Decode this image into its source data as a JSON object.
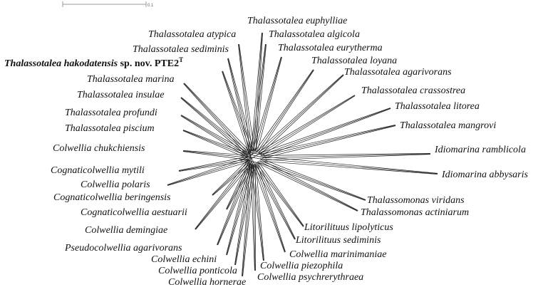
{
  "figure": {
    "type": "split-network phylogeny",
    "line_color": "#222222",
    "text_color": "#111111"
  },
  "scale_bar": {
    "label": "0.1",
    "color": "#999999"
  },
  "taxa": [
    {
      "id": "thalassotalea-euphylliae",
      "name": "Thalassotalea euphylliae"
    },
    {
      "id": "thalassotalea-atypica",
      "name": "Thalassotalea atypica"
    },
    {
      "id": "thalassotalea-algicola",
      "name": "Thalassotalea algicola"
    },
    {
      "id": "thalassotalea-sediminis",
      "name": "Thalassotalea sediminis"
    },
    {
      "id": "thalassotalea-eurytherma",
      "name": "Thalassotalea eurytherma"
    },
    {
      "id": "thalassotalea-hakodatensis",
      "name": "Thalassotalea hakodatensis",
      "suffix": " sp. nov. PTE2",
      "superscript": "T",
      "highlight": true
    },
    {
      "id": "thalassotalea-loyana",
      "name": "Thalassotalea loyana"
    },
    {
      "id": "thalassotalea-agarivorans",
      "name": "Thalassotalea agarivorans"
    },
    {
      "id": "thalassotalea-marina",
      "name": "Thalassotalea marina"
    },
    {
      "id": "thalassotalea-insulae",
      "name": "Thalassotalea insulae"
    },
    {
      "id": "thalassotalea-crassostrea",
      "name": "Thalassotalea crassostrea"
    },
    {
      "id": "thalassotalea-litorea",
      "name": "Thalassotalea litorea"
    },
    {
      "id": "thalassotalea-profundi",
      "name": "Thalassotalea profundi"
    },
    {
      "id": "thalassotalea-mangrovi",
      "name": "Thalassotalea mangrovi"
    },
    {
      "id": "thalassotalea-piscium",
      "name": "Thalassotalea piscium"
    },
    {
      "id": "colwellia-chukchiensis",
      "name": "Colwellia chukchiensis"
    },
    {
      "id": "idiomarina-ramblicola",
      "name": "Idiomarina ramblicola"
    },
    {
      "id": "cognaticolwellia-mytili",
      "name": "Cognaticolwellia mytili"
    },
    {
      "id": "idiomarina-abbysaris",
      "name": "Idiomarina abbysaris"
    },
    {
      "id": "colwellia-polaris",
      "name": "Colwellia polaris"
    },
    {
      "id": "cognaticolwellia-beringensis",
      "name": "Cognaticolwellia beringensis"
    },
    {
      "id": "thalassomonas-viridans",
      "name": "Thalassomonas viridans"
    },
    {
      "id": "cognaticolwellia-aestuarii",
      "name": "Cognaticolwellia aestuarii"
    },
    {
      "id": "thalassomonas-actiniarum",
      "name": "Thalassomonas actiniarum"
    },
    {
      "id": "colwellia-demingiae",
      "name": "Colwellia demingiae"
    },
    {
      "id": "litorilituus-lipolyticus",
      "name": "Litorilituus lipolyticus"
    },
    {
      "id": "pseudocolwellia-agarivorans",
      "name": "Pseudocolwellia agarivorans"
    },
    {
      "id": "litorilituus-sediminis",
      "name": "Litorilituus sediminis"
    },
    {
      "id": "colwellia-marinimaniae",
      "name": "Colwellia marinimaniae"
    },
    {
      "id": "colwellia-echini",
      "name": "Colwellia echini"
    },
    {
      "id": "colwellia-piezophila",
      "name": "Colwellia piezophila"
    },
    {
      "id": "colwellia-ponticola",
      "name": "Colwellia ponticola"
    },
    {
      "id": "colwellia-psychrerythraea",
      "name": "Colwellia psychrerythraea"
    },
    {
      "id": "colwellia-hornerae",
      "name": "Colwellia hornerae"
    }
  ]
}
